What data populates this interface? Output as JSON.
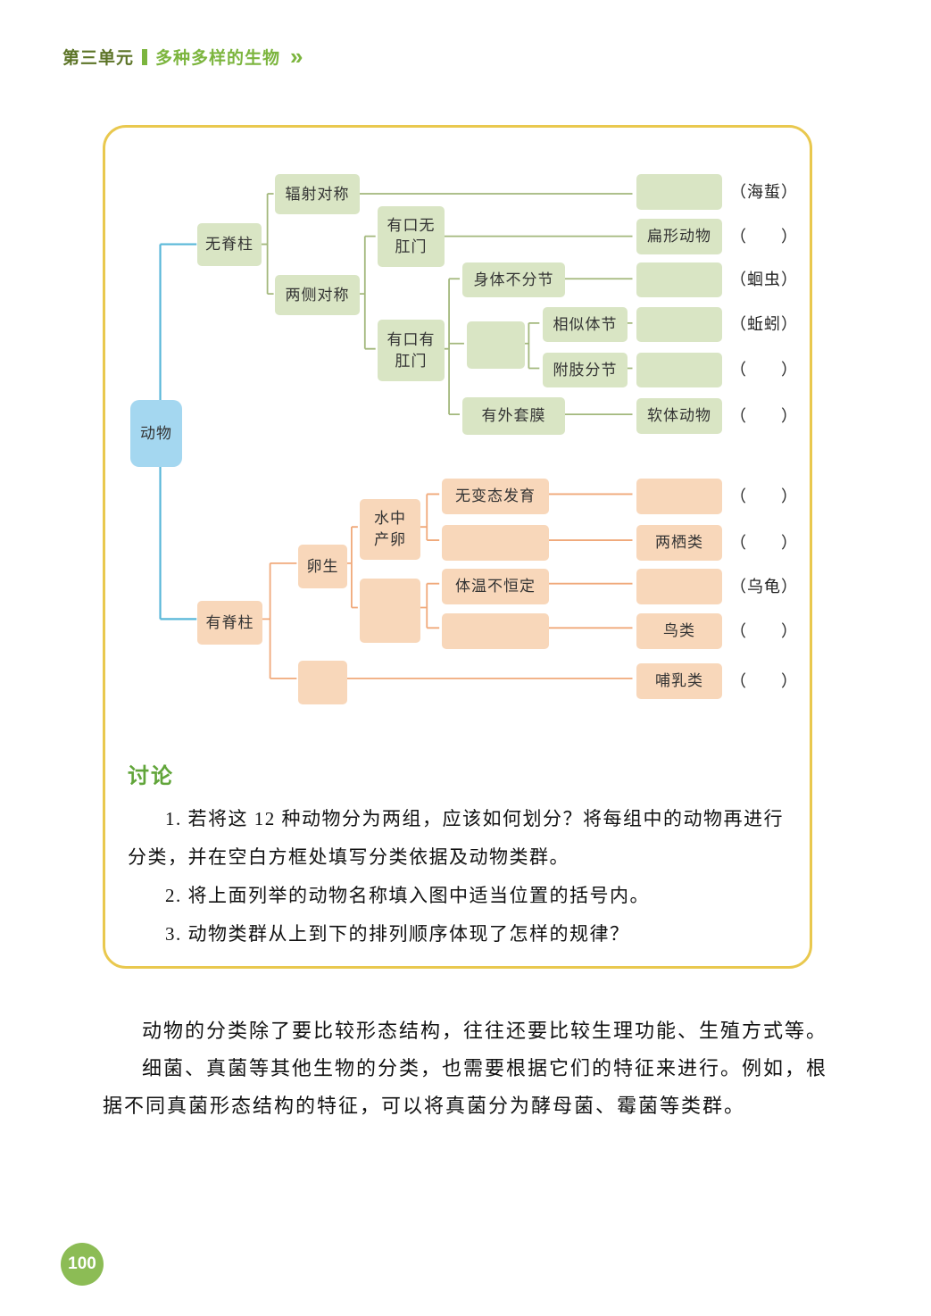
{
  "colors": {
    "panel_border": "#e9c84e",
    "green_box": "#d9e5c4",
    "orange_box": "#f8d7ba",
    "blue_box": "#a4d7f0",
    "line_green": "#a3b87c",
    "line_orange": "#f0a97a",
    "line_blue": "#58b7d8",
    "header_green": "#7cb53e",
    "header_unit": "#5c7427",
    "discussion_green": "#61a53a",
    "badge_green": "#8cbc55"
  },
  "header": {
    "unit": "第三单元",
    "title": "多种多样的生物",
    "chevrons": "»"
  },
  "diagram": {
    "root": "动物",
    "nodes": {
      "no_backbone": "无脊柱",
      "backbone": "有脊柱",
      "radial_symmetry": "辐射对称",
      "bilateral_symmetry": "两侧对称",
      "mouth_no_anus": "有口无\n肛门",
      "mouth_and_anus": "有口有\n肛门",
      "body_unsegmented": "身体不分节",
      "similar_segments": "相似体节",
      "jointed_appendages": "附肢分节",
      "has_mantle": "有外套膜",
      "flatworms": "扁形动物",
      "mollusks": "软体动物",
      "oviparous": "卵生",
      "spawn_in_water": "水中\n产卵",
      "no_metamorphosis": "无变态发育",
      "variable_body_temp": "体温不恒定",
      "amphibians": "两栖类",
      "birds": "鸟类",
      "mammals": "哺乳类"
    },
    "brackets": [
      "（海蜇）",
      "（　　）",
      "（蛔虫）",
      "（蚯蚓）",
      "（　　）",
      "（　　）",
      "（　　）",
      "（　　）",
      "（乌龟）",
      "（　　）",
      "（　　）"
    ]
  },
  "discussion": {
    "heading": "讨论",
    "items": [
      "1. 若将这 12 种动物分为两组，应该如何划分？将每组中的动物再进行分类，并在空白方框处填写分类依据及动物类群。",
      "2. 将上面列举的动物名称填入图中适当位置的括号内。",
      "3. 动物类群从上到下的排列顺序体现了怎样的规律？"
    ]
  },
  "paragraphs": [
    "动物的分类除了要比较形态结构，往往还要比较生理功能、生殖方式等。",
    "细菌、真菌等其他生物的分类，也需要根据它们的特征来进行。例如，根据不同真菌形态结构的特征，可以将真菌分为酵母菌、霉菌等类群。"
  ],
  "page_number": "100"
}
